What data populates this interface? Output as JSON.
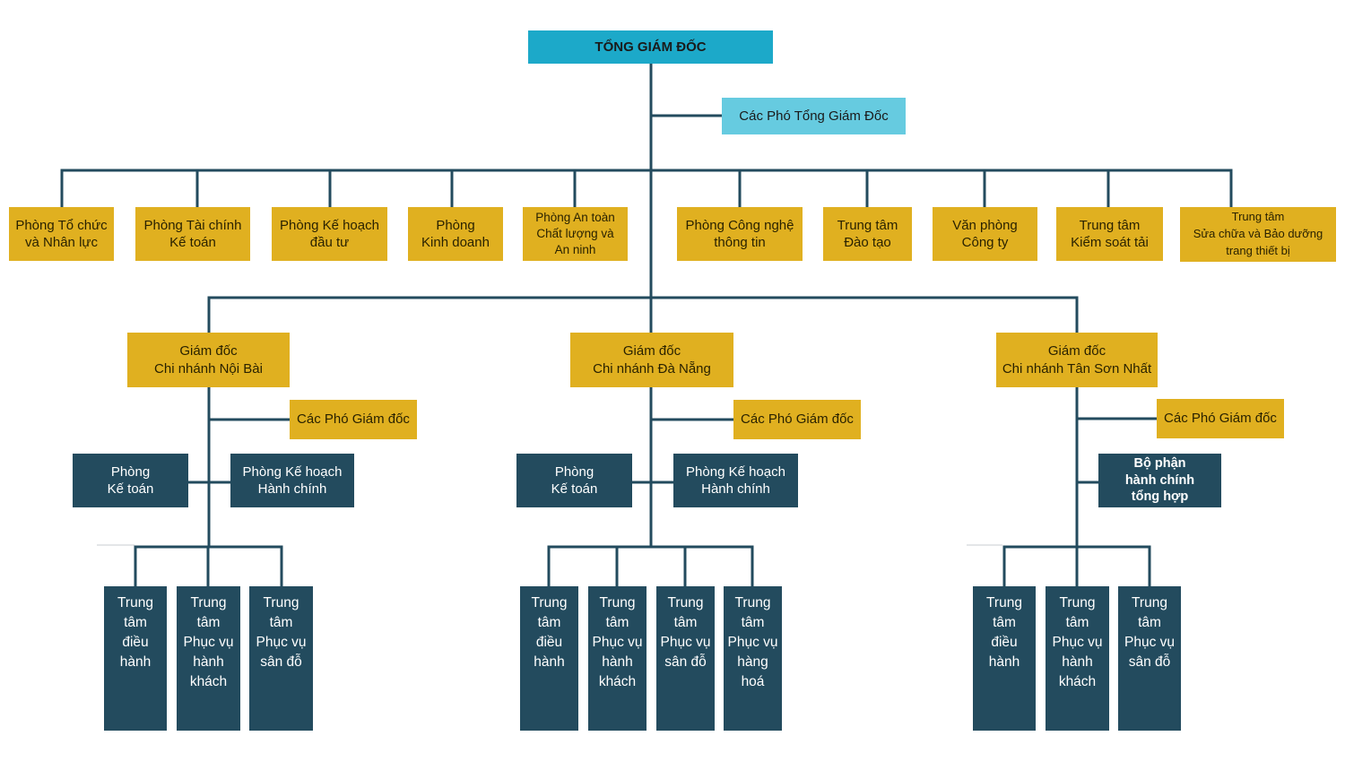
{
  "ceo": {
    "lines": [
      "TỔNG GIÁM ĐỐC"
    ]
  },
  "deputy_ceos": {
    "lines": [
      "Các Phó Tổng Giám Đốc"
    ]
  },
  "departments": [
    {
      "lines": [
        "Phòng Tổ chức",
        "và Nhân lực"
      ]
    },
    {
      "lines": [
        "Phòng Tài chính",
        "Kế toán"
      ]
    },
    {
      "lines": [
        "Phòng Kế hoạch",
        "đầu tư"
      ]
    },
    {
      "lines": [
        "Phòng",
        "Kinh doanh"
      ]
    },
    {
      "lines": [
        "Phòng An toàn",
        "Chất lượng và",
        "An ninh"
      ]
    },
    {
      "lines": [
        "Phòng Công nghệ",
        "thông tin"
      ]
    },
    {
      "lines": [
        "Trung tâm",
        "Đào tạo"
      ]
    },
    {
      "lines": [
        "Văn phòng",
        "Công ty"
      ]
    },
    {
      "lines": [
        "Trung tâm",
        "Kiểm soát tải"
      ]
    },
    {
      "lines": [
        "Trung tâm",
        "Sửa chữa và Bảo dưỡng",
        "trang thiết bị"
      ]
    }
  ],
  "branches": [
    {
      "director": {
        "lines": [
          "Giám đốc",
          "Chi nhánh Nội Bài"
        ]
      },
      "deputies": {
        "lines": [
          "Các Phó Giám đốc"
        ]
      },
      "offices": [
        {
          "lines": [
            "Phòng",
            "Kế toán"
          ]
        },
        {
          "lines": [
            "Phòng Kế hoạch",
            "Hành chính"
          ]
        }
      ],
      "centers": [
        {
          "lines": [
            "Trung",
            "tâm",
            "điều",
            "hành"
          ]
        },
        {
          "lines": [
            "Trung",
            "tâm",
            "Phục vụ",
            "hành",
            "khách"
          ]
        },
        {
          "lines": [
            "Trung",
            "tâm",
            "Phục vụ",
            "sân đỗ"
          ]
        }
      ]
    },
    {
      "director": {
        "lines": [
          "Giám đốc",
          "Chi nhánh Đà Nẵng"
        ]
      },
      "deputies": {
        "lines": [
          "Các Phó Giám đốc"
        ]
      },
      "offices": [
        {
          "lines": [
            "Phòng",
            "Kế toán"
          ]
        },
        {
          "lines": [
            "Phòng Kế hoạch",
            "Hành chính"
          ]
        }
      ],
      "centers": [
        {
          "lines": [
            "Trung",
            "tâm",
            "điều",
            "hành"
          ]
        },
        {
          "lines": [
            "Trung",
            "tâm",
            "Phục vụ",
            "hành",
            "khách"
          ]
        },
        {
          "lines": [
            "Trung",
            "tâm",
            "Phục vụ",
            "sân đỗ"
          ]
        },
        {
          "lines": [
            "Trung",
            "tâm",
            "Phục vụ",
            "hàng",
            "hoá"
          ]
        }
      ]
    },
    {
      "director": {
        "lines": [
          "Giám đốc",
          "Chi nhánh Tân Sơn Nhất"
        ]
      },
      "deputies": {
        "lines": [
          "Các Phó Giám đốc"
        ]
      },
      "offices": [
        {
          "lines": [
            "Bộ phận",
            "hành chính",
            "tổng hợp"
          ]
        }
      ],
      "centers": [
        {
          "lines": [
            "Trung",
            "tâm",
            "điều",
            "hành"
          ]
        },
        {
          "lines": [
            "Trung",
            "tâm",
            "Phục vụ",
            "hành",
            "khách"
          ]
        },
        {
          "lines": [
            "Trung",
            "tâm",
            "Phục vụ",
            "sân đỗ"
          ]
        }
      ]
    }
  ],
  "colors": {
    "ceo": "#1ca9c9",
    "deputy_ceo": "#66cbe0",
    "department": "#e0b020",
    "unit": "#234b5e",
    "connector": "#234b5e"
  }
}
